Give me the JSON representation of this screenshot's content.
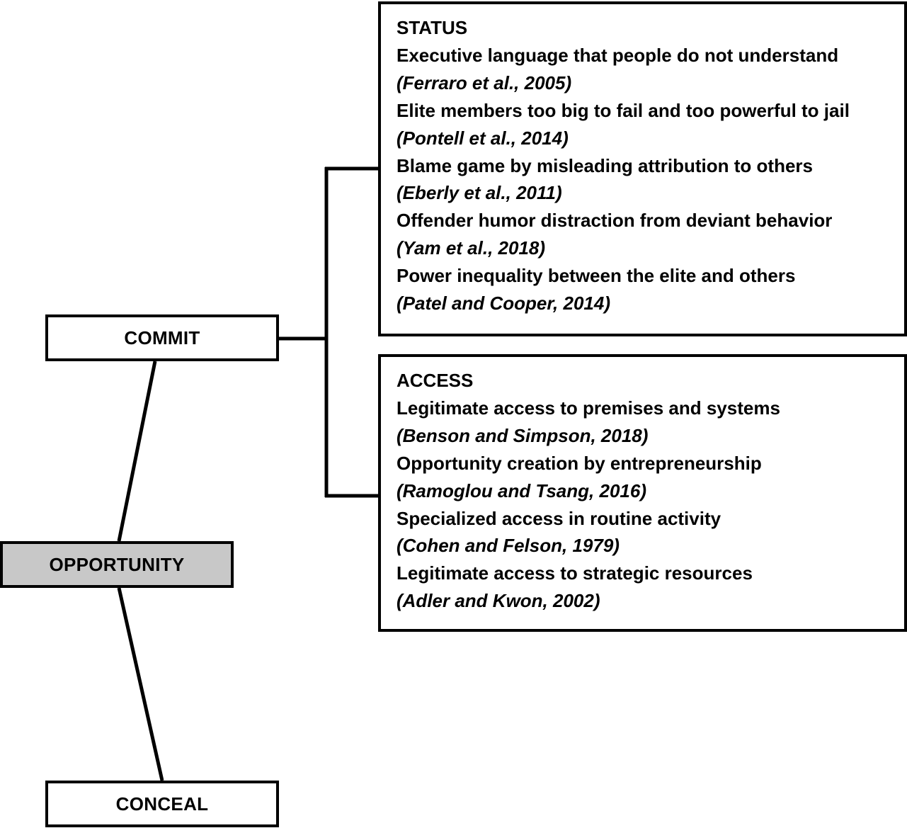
{
  "nodes": {
    "commit": "COMMIT",
    "opportunity": "OPPORTUNITY",
    "conceal": "CONCEAL"
  },
  "status_box": {
    "heading": "STATUS",
    "items": [
      {
        "text": "Executive language that people do not understand",
        "citation": "(Ferraro et al., 2005)"
      },
      {
        "text": "Elite members too big to fail and too powerful to jail",
        "citation": "(Pontell et al., 2014)"
      },
      {
        "text": "Blame game by misleading attribution to others",
        "citation": "(Eberly et al., 2011)"
      },
      {
        "text": "Offender humor distraction from deviant behavior",
        "citation": "(Yam et al., 2018)"
      },
      {
        "text": "Power inequality between the elite and others",
        "citation": "(Patel and Cooper, 2014)"
      }
    ]
  },
  "access_box": {
    "heading": "ACCESS",
    "items": [
      {
        "text": "Legitimate access to premises and systems",
        "citation": "(Benson and Simpson, 2018)"
      },
      {
        "text": "Opportunity creation by entrepreneurship",
        "citation": "(Ramoglou and Tsang, 2016)"
      },
      {
        "text": "Specialized access in routine activity",
        "citation": "(Cohen and Felson, 1979)"
      },
      {
        "text": "Legitimate access to strategic resources",
        "citation": "(Adler and Kwon, 2002)"
      }
    ]
  },
  "colors": {
    "line": "#000000",
    "highlight_node_fill": "#c8c8c8",
    "node_fill": "#ffffff"
  }
}
